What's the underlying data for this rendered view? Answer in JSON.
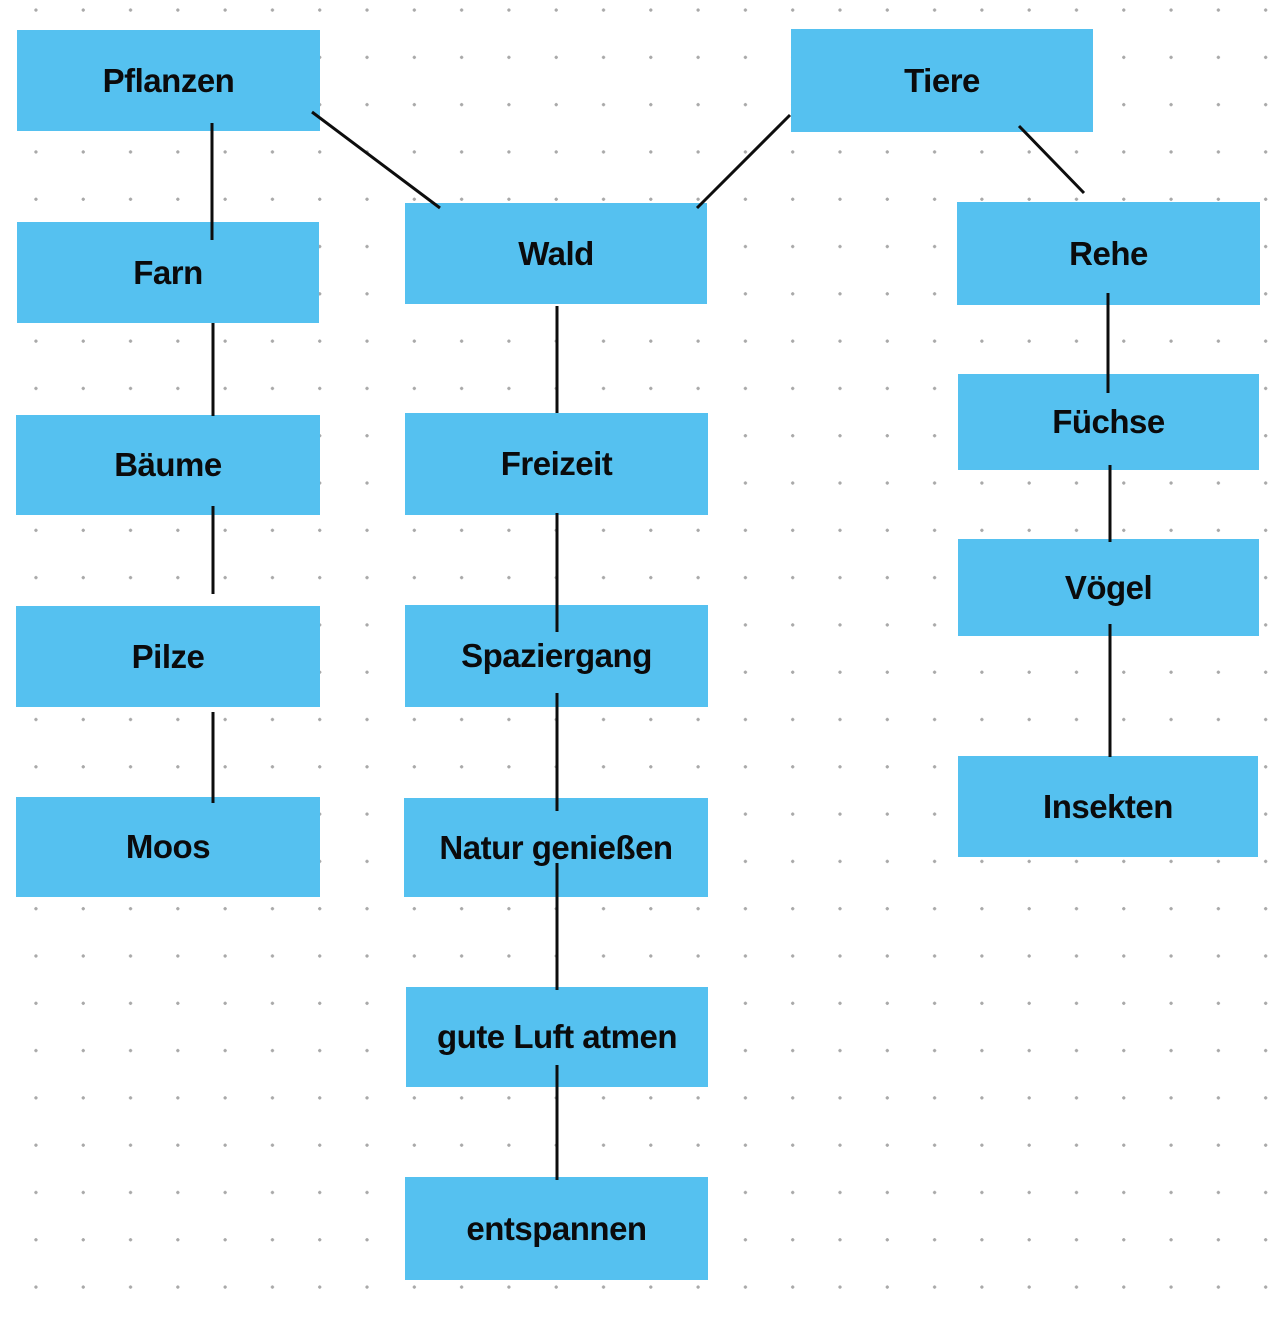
{
  "diagram": {
    "type": "mind-map",
    "colors": {
      "node_fill": "#55c1f0",
      "node_text": "#0b0b0c",
      "edge_color": "#0d0d0d",
      "dot_grid": "#a9a9a9",
      "background": "#ffffff"
    },
    "nodes": {
      "pflanzen": {
        "label": "Pflanzen"
      },
      "farn": {
        "label": "Farn"
      },
      "baeume": {
        "label": "Bäume"
      },
      "pilze": {
        "label": "Pilze"
      },
      "moos": {
        "label": "Moos"
      },
      "wald": {
        "label": "Wald"
      },
      "freizeit": {
        "label": "Freizeit"
      },
      "spaziergang": {
        "label": "Spaziergang"
      },
      "natur": {
        "label": "Natur genießen"
      },
      "luft": {
        "label": "gute Luft atmen"
      },
      "entspannen": {
        "label": "entspannen"
      },
      "tiere": {
        "label": "Tiere"
      },
      "rehe": {
        "label": "Rehe"
      },
      "fuechse": {
        "label": "Füchse"
      },
      "voegel": {
        "label": "Vögel"
      },
      "insekten": {
        "label": "Insekten"
      }
    },
    "edges": [
      {
        "from": "pflanzen",
        "to": "farn"
      },
      {
        "from": "pflanzen",
        "to": "wald"
      },
      {
        "from": "tiere",
        "to": "wald"
      },
      {
        "from": "tiere",
        "to": "rehe"
      },
      {
        "from": "farn",
        "to": "baeume"
      },
      {
        "from": "baeume",
        "to": "pilze"
      },
      {
        "from": "pilze",
        "to": "moos"
      },
      {
        "from": "wald",
        "to": "freizeit"
      },
      {
        "from": "freizeit",
        "to": "spaziergang"
      },
      {
        "from": "spaziergang",
        "to": "natur"
      },
      {
        "from": "natur",
        "to": "luft"
      },
      {
        "from": "luft",
        "to": "entspannen"
      },
      {
        "from": "rehe",
        "to": "fuechse"
      },
      {
        "from": "fuechse",
        "to": "voegel"
      },
      {
        "from": "voegel",
        "to": "insekten"
      }
    ]
  }
}
